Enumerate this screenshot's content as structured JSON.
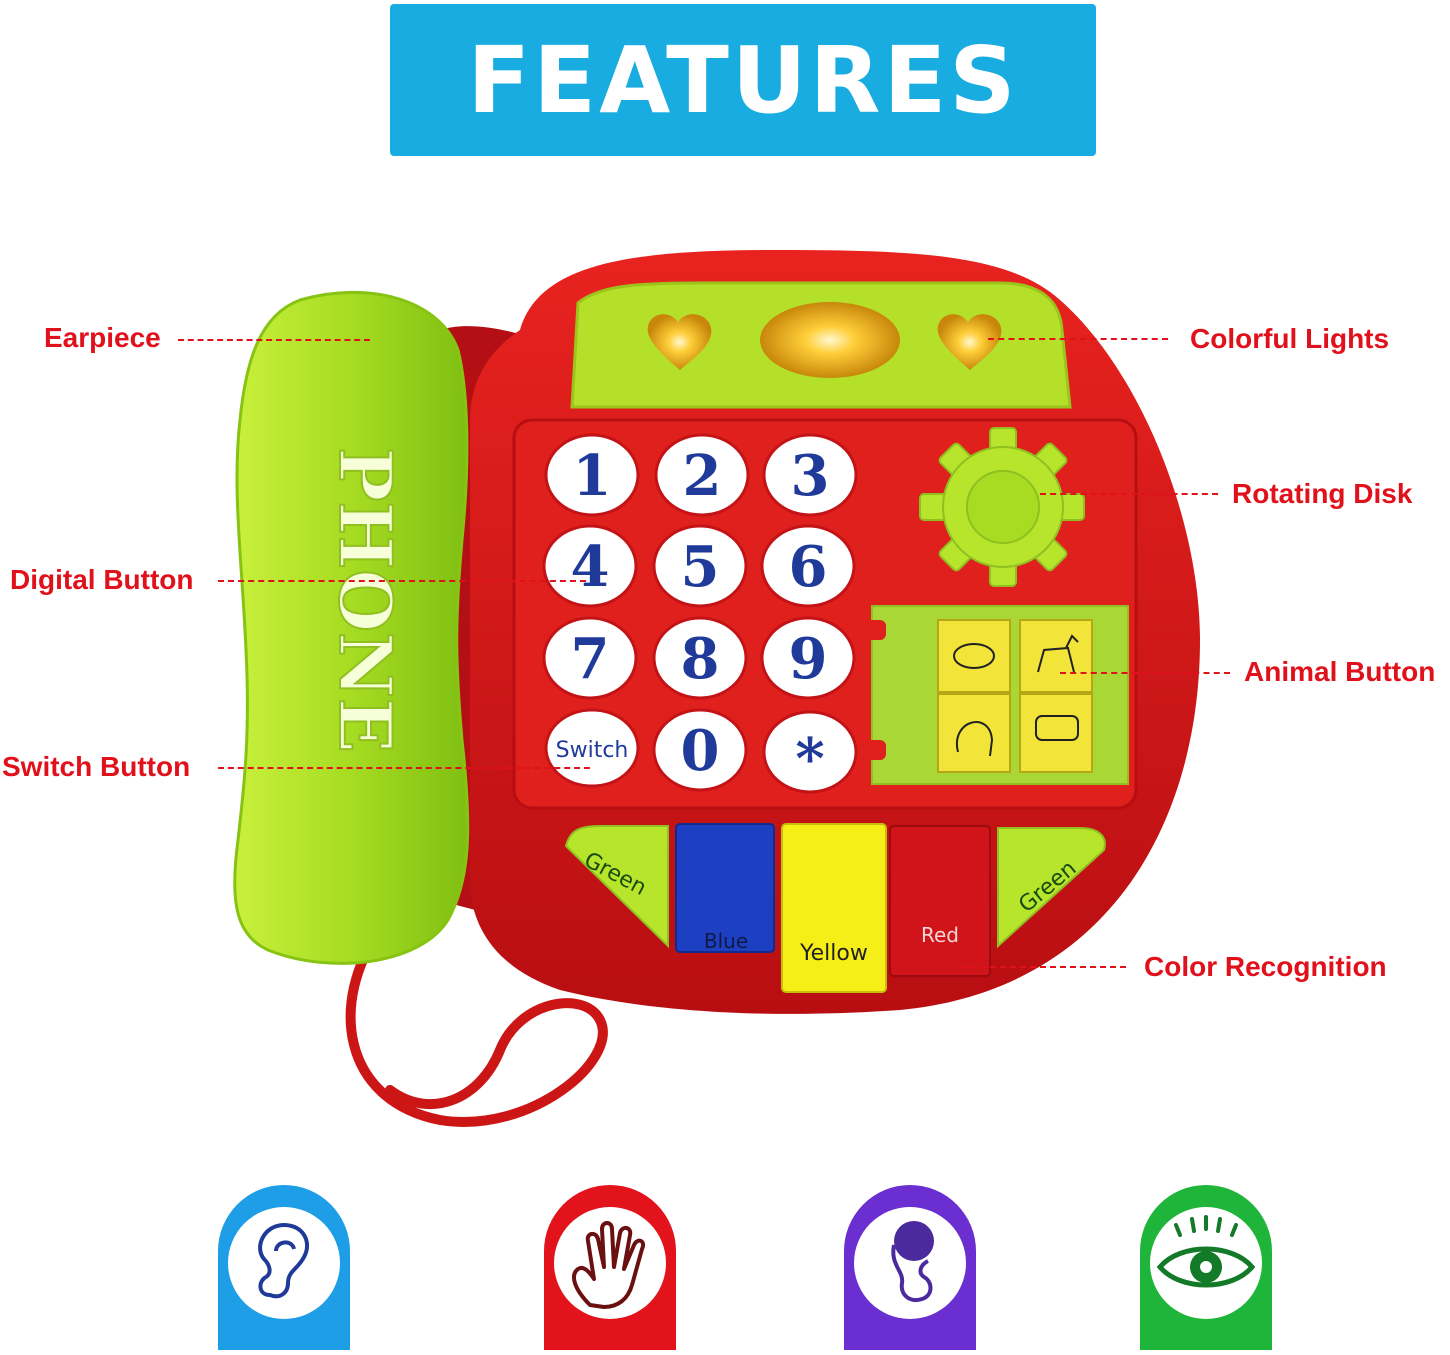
{
  "banner": {
    "title": "FEATURES"
  },
  "callouts": {
    "earpiece": "Earpiece",
    "colorful_lights": "Colorful Lights",
    "rotating_disk": "Rotating Disk",
    "digital_button": "Digital Button",
    "animal_button": "Animal Button",
    "switch_button": "Switch Button",
    "color_recognition": "Color Recognition"
  },
  "handset": {
    "brand": "PHONE"
  },
  "keypad": {
    "keys": [
      "1",
      "2",
      "3",
      "4",
      "5",
      "6",
      "7",
      "8",
      "9",
      "Switch",
      "0",
      "*"
    ]
  },
  "color_keys": {
    "green_left": "Green",
    "blue": "Blue",
    "yellow": "Yellow",
    "red": "Red",
    "green_right": "Green"
  },
  "badges": [
    {
      "icon": "ear-icon",
      "color": "#1e9ee6"
    },
    {
      "icon": "hand-icon",
      "color": "#e3131b"
    },
    {
      "icon": "brain-baby-icon",
      "color": "#6b2fd1"
    },
    {
      "icon": "eye-icon",
      "color": "#1fb53a"
    }
  ],
  "colors": {
    "accent_blue": "#19ace0",
    "callout_red": "#e1111c",
    "phone_red": "#d9141a",
    "phone_green": "#b5e62b"
  }
}
